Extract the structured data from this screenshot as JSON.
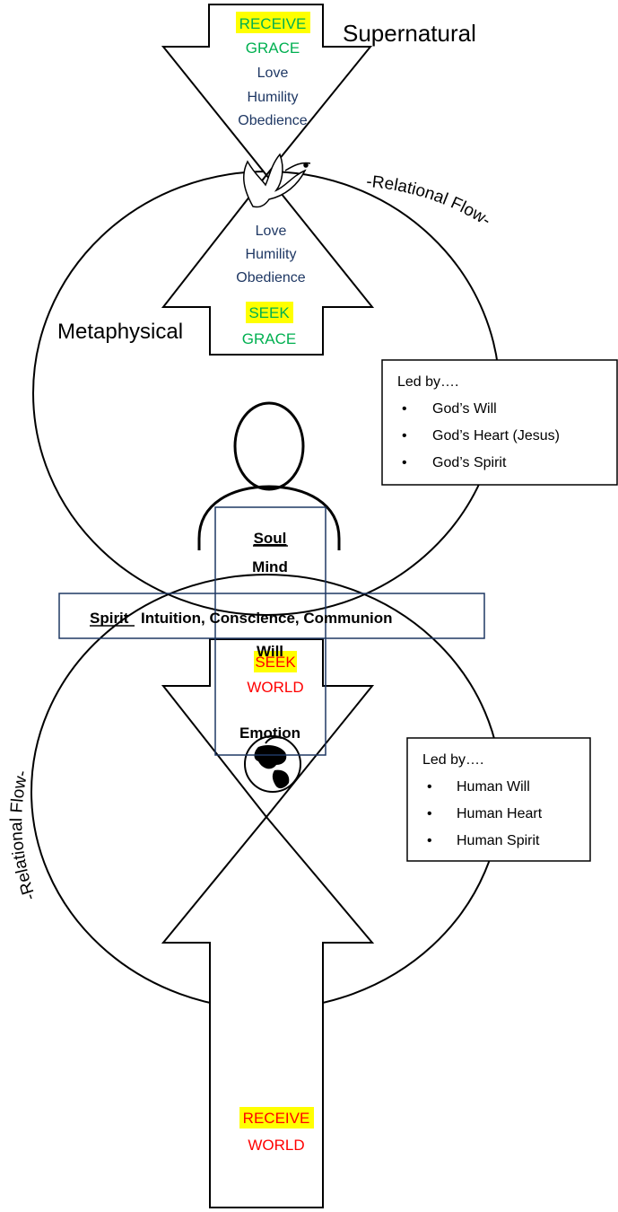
{
  "labels": {
    "supernatural": "Supernatural",
    "metaphysical": "Metaphysical",
    "relational_flow_top": "-Relational Flow-",
    "relational_flow_bottom": "-Relational Flow-"
  },
  "top_arrow_down": {
    "action": "RECEIVE",
    "object": "GRACE",
    "virtues": [
      "Love",
      "Humility",
      "Obedience"
    ]
  },
  "top_arrow_up": {
    "virtues": [
      "Love",
      "Humility",
      "Obedience"
    ],
    "action": "SEEK",
    "object": "GRACE"
  },
  "bottom_arrow_down": {
    "action": "SEEK",
    "object": "WORLD"
  },
  "bottom_arrow_up": {
    "action": "RECEIVE",
    "object": "WORLD"
  },
  "person": {
    "soul_title": "Soul",
    "mind": "Mind",
    "will": "Will",
    "emotion": "Emotion"
  },
  "spirit_bar": {
    "title": "Spirit",
    "rest": "Intuition, Conscience, Communion"
  },
  "led_by_god": {
    "heading": "Led by….",
    "items": [
      "God’s Will",
      "God’s Heart (Jesus)",
      "God’s Spirit"
    ]
  },
  "led_by_human": {
    "heading": "Led by….",
    "items": [
      "Human Will",
      "Human Heart",
      "Human Spirit"
    ]
  },
  "icons": {
    "top_junction": "dove-icon",
    "bottom_junction": "globe-icon"
  },
  "colors": {
    "highlight": "#ffff00",
    "grace_green": "#00b050",
    "virtue_navy": "#1f3864",
    "world_red": "#ff0000"
  }
}
